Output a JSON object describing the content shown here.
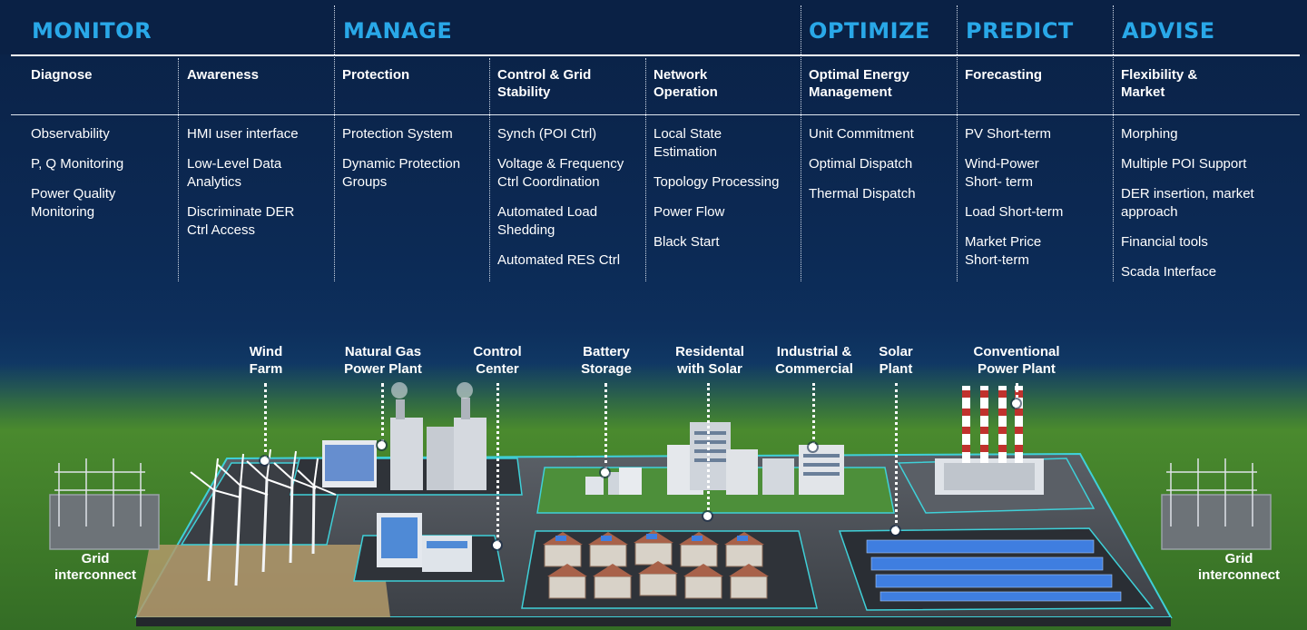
{
  "phases": [
    "MONITOR",
    "MANAGE",
    "OPTIMIZE",
    "PREDICT",
    "ADVISE"
  ],
  "categories": [
    "Diagnose",
    "Awareness",
    "Protection",
    "Control & Grid Stability",
    "Network Operation",
    "Optimal Energy Management",
    "Forecasting",
    "Flexibility & Market"
  ],
  "columns": [
    [
      "Observability",
      "P, Q Monitoring",
      "Power Quality Monitoring"
    ],
    [
      "HMI user interface",
      "Low-Level Data Analytics",
      "Discriminate DER Ctrl Access"
    ],
    [
      "Protection System",
      "Dynamic Protection Groups"
    ],
    [
      "Synch (POI Ctrl)",
      "Voltage & Frequency Ctrl Coordination",
      "Automated Load Shedding",
      "Automated RES Ctrl"
    ],
    [
      "Local State Estimation",
      "Topology Processing",
      "Power Flow",
      "Black Start"
    ],
    [
      "Unit Commitment",
      "Optimal Dispatch",
      "Thermal Dispatch"
    ],
    [
      "PV Short-term",
      "Wind-Power Short- term",
      "Load Short-term",
      "Market Price Short-term"
    ],
    [
      "Morphing",
      "Multiple POI Support",
      "DER insertion, market approach",
      "Financial tools",
      "Scada Interface"
    ]
  ],
  "assets": [
    "Wind Farm",
    "Natural Gas Power Plant",
    "Control Center",
    "Battery Storage",
    "Residental with Solar",
    "Industrial & Commercial",
    "Solar Plant",
    "Conventional Power Plant"
  ],
  "grid_labels": [
    "Grid interconnect",
    "Grid interconnect"
  ],
  "colors": {
    "background": "#0b2347",
    "phase_text": "#29a8e8",
    "text": "#ffffff",
    "ground": "#2d6a27",
    "platform": "#3b3f45",
    "teal_edge": "#3fd0d8",
    "panel": "#3f7ee0"
  },
  "icons": [
    "pin-dot-icon",
    "wind-turbine-icon",
    "substation-icon",
    "power-plant-icon",
    "house-icon",
    "solar-panel-icon"
  ]
}
